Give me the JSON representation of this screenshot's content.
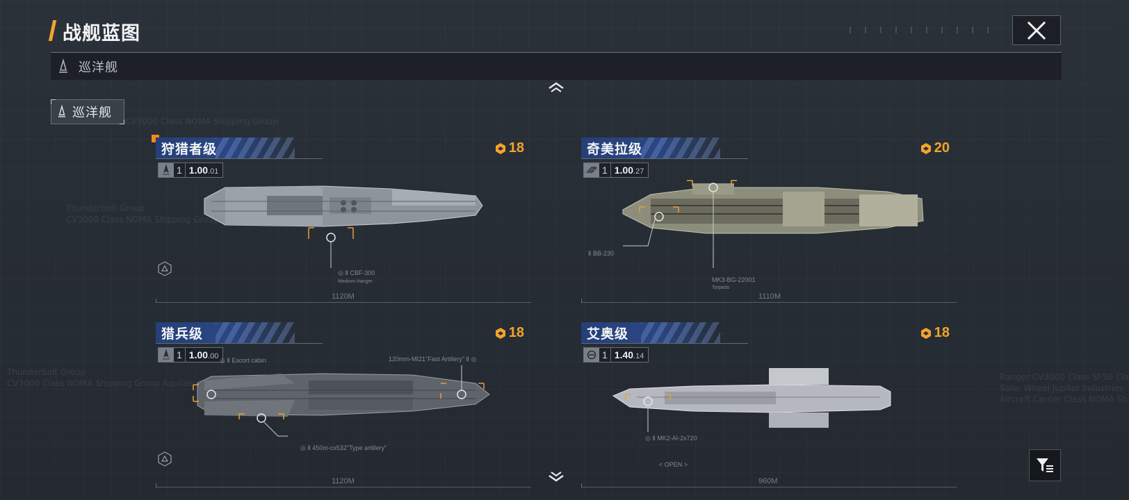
{
  "header": {
    "title": "战舰蓝图"
  },
  "category": {
    "label": "巡洋舰"
  },
  "subcategory": {
    "label": "巡洋舰"
  },
  "background_text": {
    "left_1": "Thunderbolt Group",
    "left_2": "CV3000 Class NOMA Shipping Group",
    "left_3": "CV3000 Class NOMA Shipping Group",
    "left_4": "Thunderbolt Group",
    "left_5": "CV3000 Class NOMA Shipping Group Aquilae Conrad",
    "right_1": "Ranger CV3000 Class SF50 Cla",
    "right_2": "Solar Wheel Jupiter Industries",
    "right_3": "Aircraft Carrier Class NOMA Sh"
  },
  "ships": [
    {
      "name": "狩猎者级",
      "cost": "18",
      "tier": "1",
      "version_major": "1.00",
      "version_minor": ".01",
      "length": "1120M",
      "callout_1": "CBF-300",
      "callout_1_sub": "Medium Hanger"
    },
    {
      "name": "奇美拉级",
      "cost": "20",
      "tier": "1",
      "version_major": "1.00",
      "version_minor": ".27",
      "length": "1110M",
      "callout_1": "BB-230",
      "callout_2": "MK3-BG-22001",
      "callout_2_sub": "Torpedo"
    },
    {
      "name": "猎兵级",
      "cost": "18",
      "tier": "1",
      "version_major": "1.00",
      "version_minor": ".00",
      "length": "1120M",
      "callout_1": "Escort cabin",
      "callout_2": "120mm-MI21\"Fast Artillery\"",
      "callout_3": "450m-cx532\"Type artillery\""
    },
    {
      "name": "艾奥级",
      "cost": "18",
      "tier": "1",
      "version_major": "1.40",
      "version_minor": ".14",
      "length": "960M",
      "callout_1": "MK2-AI-2x720",
      "callout_2": "< OPEN >"
    }
  ],
  "colors": {
    "accent_orange": "#f0a532",
    "cost_orange": "#f3a42b",
    "name_plate_blue": "#2a4682",
    "background": "#2a3038"
  },
  "icons": {
    "close": "close-icon",
    "filter": "filter-icon",
    "cost": "blueprint-currency-icon",
    "cruiser": "cruiser-class-icon"
  }
}
